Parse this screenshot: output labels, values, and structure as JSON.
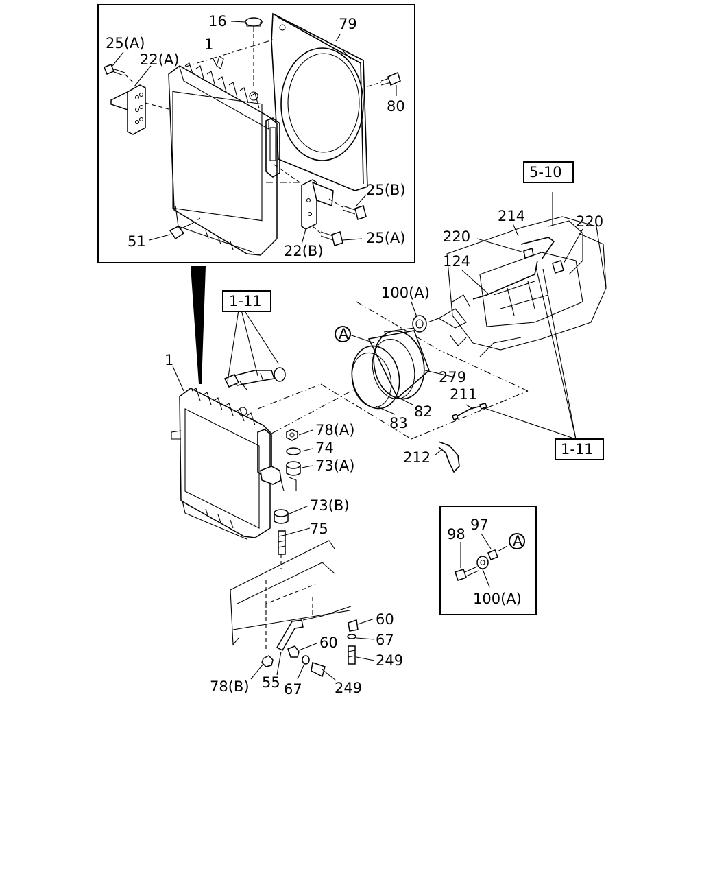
{
  "labels": {
    "p16": "16",
    "p79": "79",
    "p25a_top": "25(A)",
    "p22a": "22(A)",
    "p1_top": "1",
    "p80": "80",
    "p25b": "25(B)",
    "p25a_bot": "25(A)",
    "p51": "51",
    "p22b": "22(B)",
    "ref_5_10": "5-10",
    "p214": "214",
    "p220_left": "220",
    "p220_right": "220",
    "p124": "124",
    "p100a_top": "100(A)",
    "ref_1_11_top": "1-11",
    "circle_a_main": "A",
    "p1_main": "1",
    "p279": "279",
    "p211": "211",
    "p82": "82",
    "p83": "83",
    "ref_1_11_right": "1-11",
    "p78a": "78(A)",
    "p74": "74",
    "p73a": "73(A)",
    "p212": "212",
    "p73b": "73(B)",
    "p75": "75",
    "p98": "98",
    "p97": "97",
    "circle_a_detail": "A",
    "p100a_detail": "100(A)",
    "p60_right": "60",
    "p67_right": "67",
    "p60_left": "60",
    "p249_right": "249",
    "p78b": "78(B)",
    "p55": "55",
    "p67_left": "67",
    "p249_left": "249"
  }
}
